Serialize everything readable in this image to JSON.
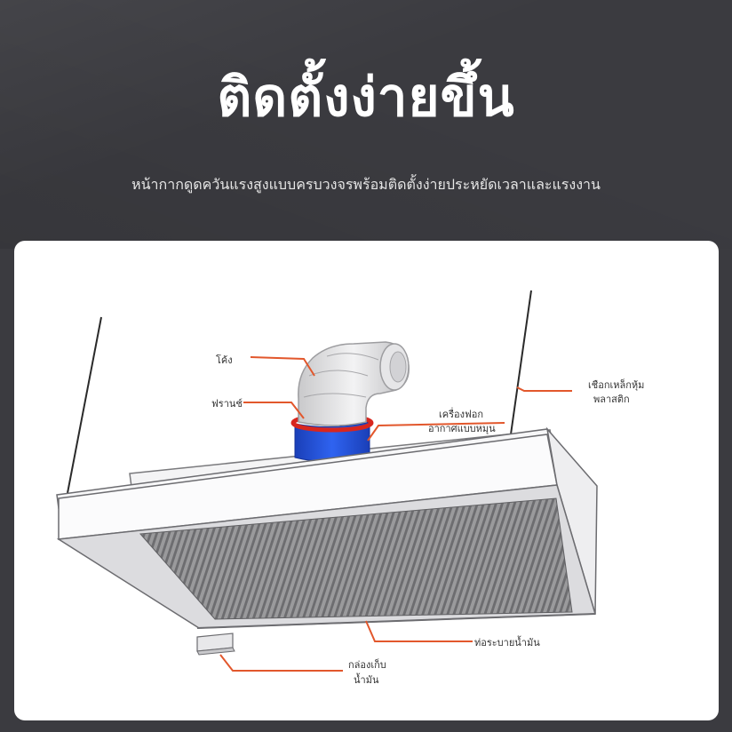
{
  "header": {
    "title": "ติดตั้งง่ายขึ้น",
    "subtitle": "หน้ากากดูดควันแรงสูงแบบครบวงจรพร้อมติดตั้งง่ายประหยัดเวลาและแรงงาน"
  },
  "diagram": {
    "labels": {
      "bend": "โค้ง",
      "flange": "ฟรานช์",
      "collar_line1": "เครื่องฟอก",
      "collar_line2": "อากาศแบบหมุน",
      "cable_line1": "เชือกเหล็กหุ้ม",
      "cable_line2": "พลาสติก",
      "drain": "ท่อระบายน้ำมัน",
      "oil_box_line1": "กล่องเก็บ",
      "oil_box_line2": "น้ำมัน"
    },
    "colors": {
      "background": "#3b3b40",
      "leader": "#e2572c",
      "duct_blue": "#1f4fd6",
      "flange_red": "#d8261e"
    }
  }
}
